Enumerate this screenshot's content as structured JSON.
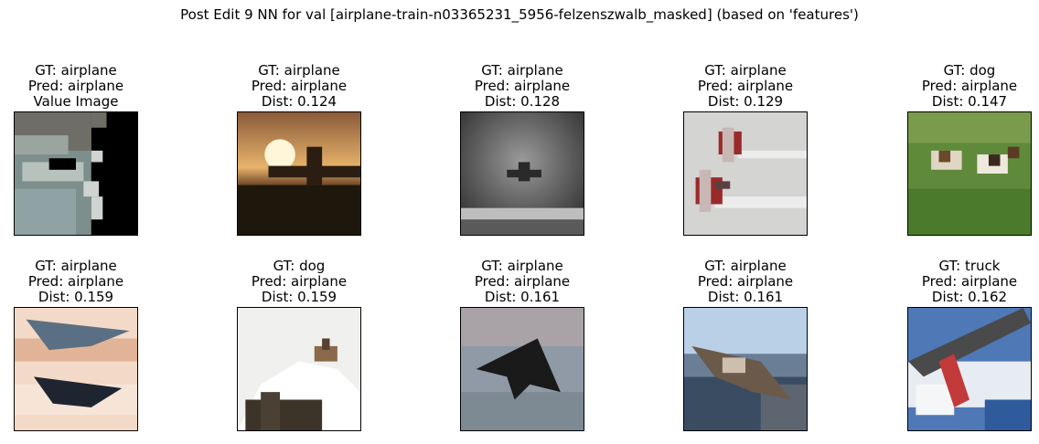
{
  "figure": {
    "title": "Post Edit 9 NN for val [airplane-train-n03365231_5956-felzenszwalb_masked] (based on 'features')"
  },
  "panels": [
    {
      "gt": "GT: airplane",
      "pred": "Pred: airplane",
      "extra": "Value Image",
      "image": "masked-airplane-query"
    },
    {
      "gt": "GT: airplane",
      "pred": "Pred: airplane",
      "extra": "Dist: 0.124",
      "image": "sunset-airplane"
    },
    {
      "gt": "GT: airplane",
      "pred": "Pred: airplane",
      "extra": "Dist: 0.128",
      "image": "grayscale-airplane"
    },
    {
      "gt": "GT: airplane",
      "pred": "Pred: airplane",
      "extra": "Dist: 0.129",
      "image": "two-biplanes"
    },
    {
      "gt": "GT: dog",
      "pred": "Pred: airplane",
      "extra": "Dist: 0.147",
      "image": "dogs-on-grass"
    },
    {
      "gt": "GT: airplane",
      "pred": "Pred: airplane",
      "extra": "Dist: 0.159",
      "image": "stealth-bombers-peach"
    },
    {
      "gt": "GT: dog",
      "pred": "Pred: airplane",
      "extra": "Dist: 0.159",
      "image": "dog-in-snow"
    },
    {
      "gt": "GT: airplane",
      "pred": "Pred: airplane",
      "extra": "Dist: 0.161",
      "image": "stealth-fighter"
    },
    {
      "gt": "GT: airplane",
      "pred": "Pred: airplane",
      "extra": "Dist: 0.161",
      "image": "jet-over-landscape"
    },
    {
      "gt": "GT: truck",
      "pred": "Pred: airplane",
      "extra": "Dist: 0.162",
      "image": "truck-sky-red"
    }
  ]
}
